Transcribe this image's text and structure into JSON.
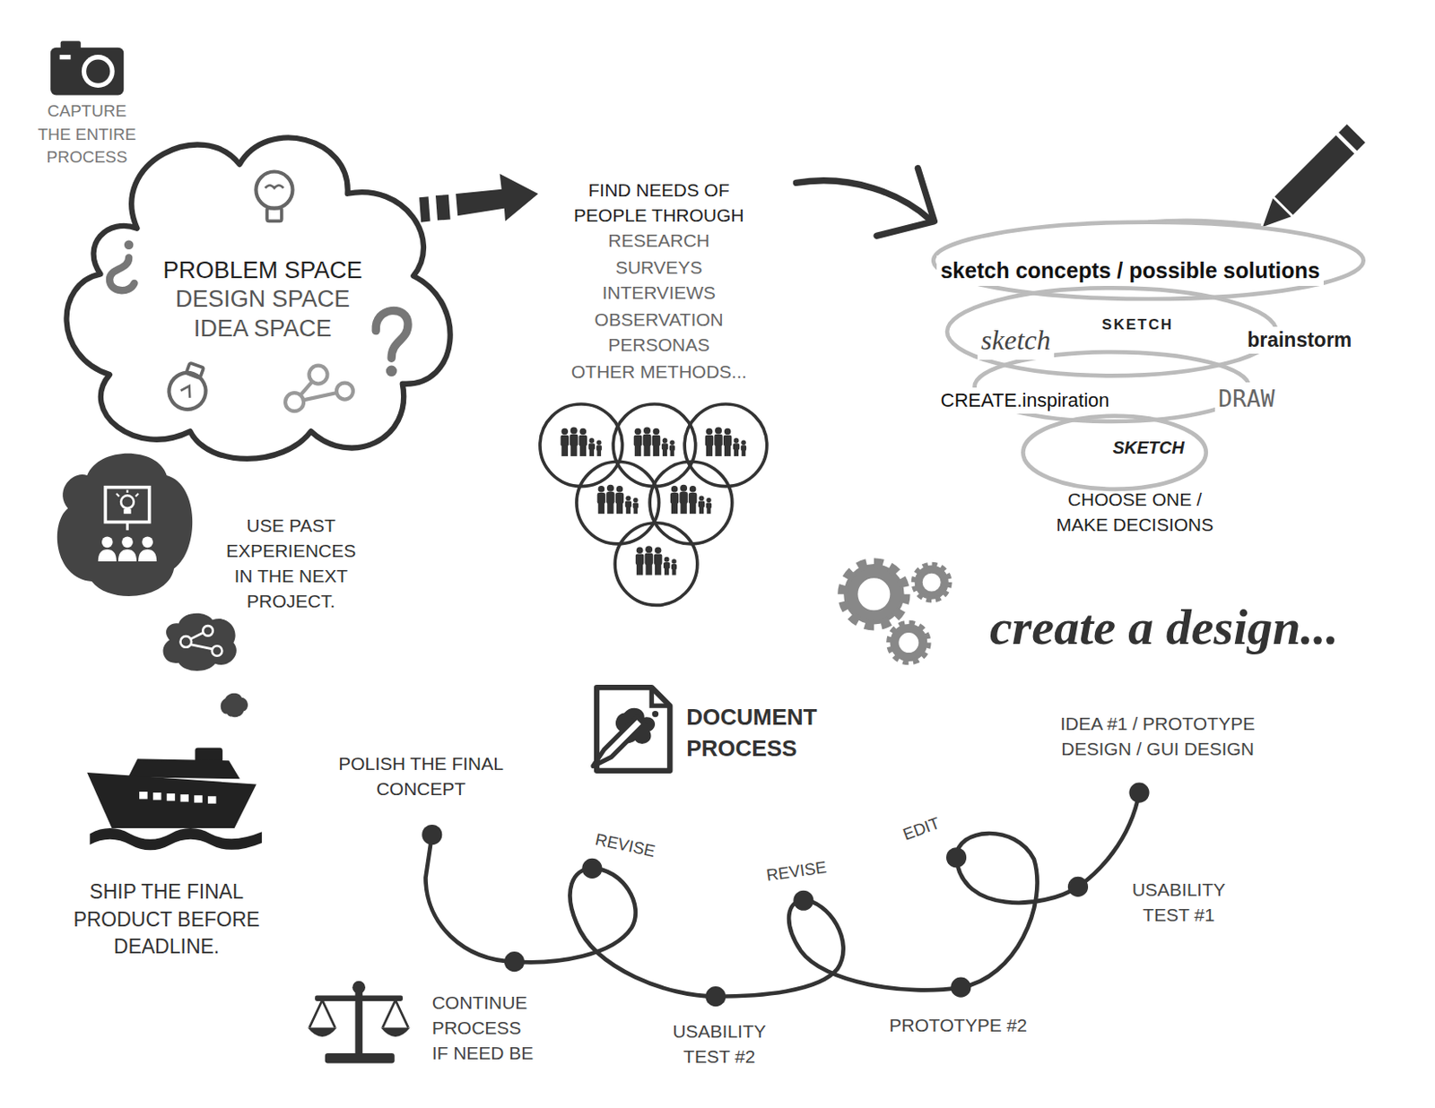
{
  "diagram": {
    "nodes": [
      {
        "text": [
          "PROBLEM SPACE",
          "DESIGN SPACE",
          "IDEA SPACE"
        ]
      }
    ],
    "labels": [
      "CAPTURE THE ENTIRE PROCESS",
      "FIND NEEDS OF PEOPLE THROUGH",
      "RESEARCH",
      "SURVEYS",
      "INTERVIEWS",
      "OBSERVATION",
      "PERSONAS",
      "OTHER METHODS...",
      "sketch concepts / possible solutions",
      "sketch",
      "SKETCH",
      "brainstorm",
      "CREATE.inspiration",
      "DRAW",
      "SKETCH",
      "CHOOSE ONE / MAKE DECISIONS",
      "create a design...",
      "USE PAST EXPERIENCES IN THE NEXT PROJECT.",
      "DOCUMENT PROCESS",
      "IDEA #1 / PROTOTYPE DESIGN / GUI DESIGN",
      "USABILITY TEST #1",
      "EDIT",
      "PROTOTYPE #2",
      "REVISE",
      "USABILITY TEST #2",
      "REVISE",
      "CONTINUE PROCESS IF NEED BE",
      "POLISH THE FINAL CONCEPT",
      "SHIP THE FINAL PRODUCT BEFORE DEADLINE."
    ]
  }
}
